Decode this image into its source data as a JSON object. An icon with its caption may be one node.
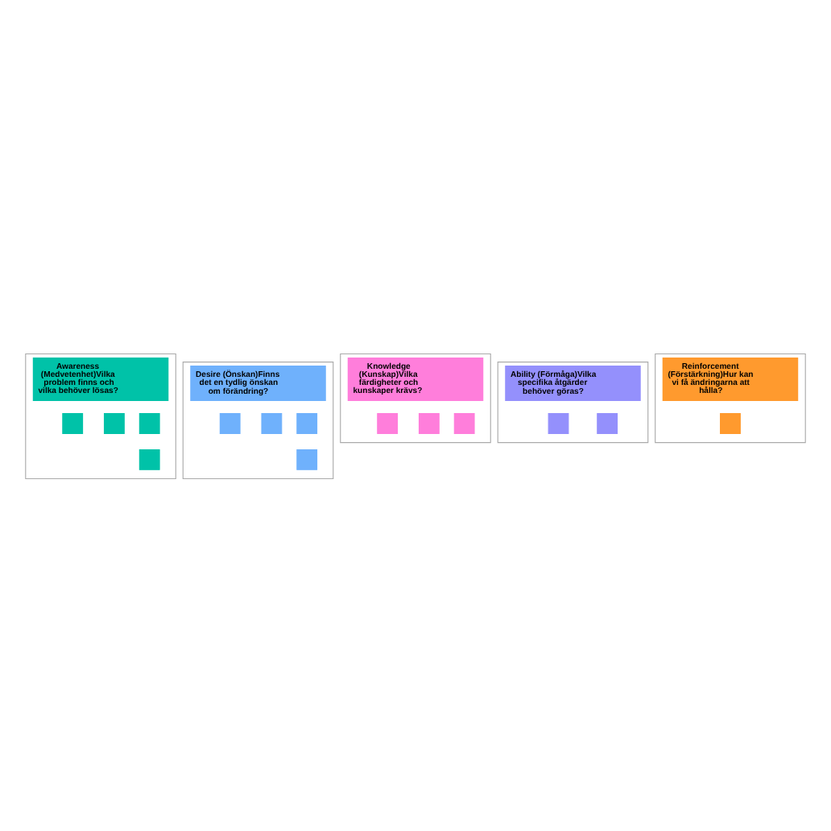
{
  "diagram": {
    "nodes": [
      {
        "text": [
          "Awareness (Medvetenhet)Vilka problem finns och vilka behöver lösas?"
        ]
      },
      {
        "text": [],
        "shape": "box",
        "in": 0
      },
      {
        "text": [],
        "shape": "box",
        "in": 0
      },
      {
        "text": [],
        "shape": "box",
        "in": 0
      },
      {
        "text": [],
        "shape": "box",
        "in": 0
      },
      {
        "text": [
          "Desire (Önskan)Finns det en tydlig önskan om förändring?"
        ]
      },
      {
        "text": [],
        "shape": "box",
        "in": 5
      },
      {
        "text": [],
        "shape": "box",
        "in": 5
      },
      {
        "text": [],
        "shape": "box",
        "in": 5
      },
      {
        "text": [],
        "shape": "box",
        "in": 5
      },
      {
        "text": [
          "Knowledge (Kunskap)Vilka färdigheter och kunskaper krävs?"
        ]
      },
      {
        "text": [],
        "shape": "box",
        "in": 10
      },
      {
        "text": [],
        "shape": "box",
        "in": 10
      },
      {
        "text": [],
        "shape": "box",
        "in": 10
      },
      {
        "text": [
          "Ability (Förmåga)Vilka specifika åtgärder behöver göras?"
        ]
      },
      {
        "text": [],
        "shape": "box",
        "in": 14
      },
      {
        "text": [],
        "shape": "box",
        "in": 14
      },
      {
        "text": [
          "Reinforcement (Förstärkning)Hur kan vi få ändringarna att hålla?"
        ]
      },
      {
        "text": [],
        "shape": "box",
        "in": 17
      }
    ],
    "edges": []
  }
}
